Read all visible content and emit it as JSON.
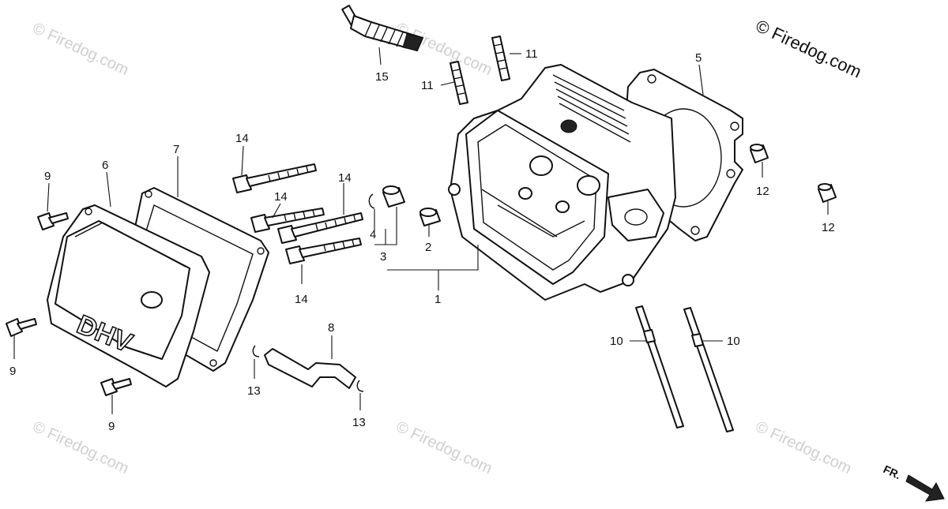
{
  "brand_text": "© Firedog.com",
  "watermark_text": "© Firedog.com",
  "direction_label": "FR.",
  "cover_text": "DHV",
  "callouts": {
    "c1": "1",
    "c2": "2",
    "c3": "3",
    "c4": "4",
    "c5": "5",
    "c6": "6",
    "c7": "7",
    "c8": "8",
    "c9a": "9",
    "c9b": "9",
    "c9c": "9",
    "c10a": "10",
    "c10b": "10",
    "c11a": "11",
    "c11b": "11",
    "c12a": "12",
    "c12b": "12",
    "c13a": "13",
    "c13b": "13",
    "c14a": "14",
    "c14b": "14",
    "c14c": "14",
    "c14d": "14",
    "c15": "15"
  },
  "colors": {
    "line": "#111111",
    "watermark": "#cfcfcf",
    "background": "#ffffff"
  }
}
